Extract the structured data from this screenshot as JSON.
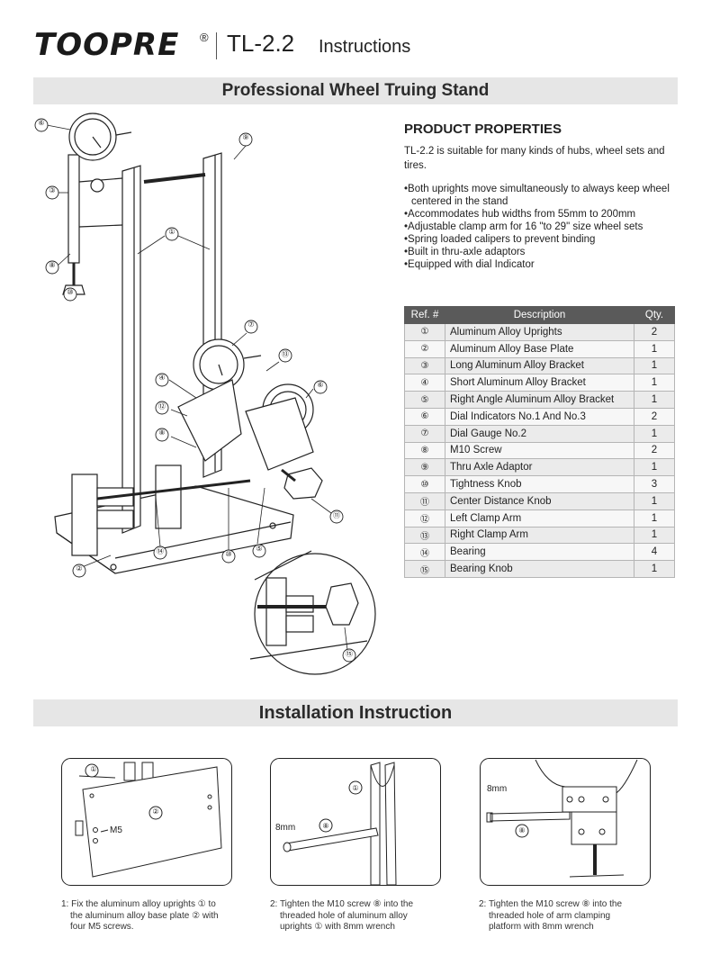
{
  "header": {
    "brand": "TOOPRE",
    "reg": "®",
    "model": "TL-2.2",
    "doc_type": "Instructions"
  },
  "banner1": "Professional Wheel Truing Stand",
  "properties": {
    "title": "PRODUCT PROPERTIES",
    "intro": "TL-2.2 is suitable for many kinds of hubs, wheel sets and tires.",
    "bullets": [
      "Both uprights move simultaneously to always keep wheel centered in the stand",
      "Accommodates hub widths from 55mm to  200mm",
      "Adjustable clamp arm for 16 \"to 29\" size wheel sets",
      "Spring loaded calipers  to prevent binding",
      "Built in thru-axle adaptors",
      "Equipped with dial Indicator"
    ]
  },
  "parts_table": {
    "headers": [
      "Ref. #",
      "Description",
      "Qty."
    ],
    "rows": [
      [
        "①",
        "Aluminum Alloy Uprights",
        "2"
      ],
      [
        "②",
        "Aluminum Alloy Base Plate",
        "1"
      ],
      [
        "③",
        "Long Aluminum Alloy Bracket",
        "1"
      ],
      [
        "④",
        "Short Aluminum Alloy Bracket",
        "1"
      ],
      [
        "⑤",
        "Right Angle Aluminum Alloy Bracket",
        "1"
      ],
      [
        "⑥",
        "Dial Indicators No.1 And No.3",
        "2"
      ],
      [
        "⑦",
        "Dial Gauge No.2",
        "1"
      ],
      [
        "⑧",
        "M10 Screw",
        "2"
      ],
      [
        "⑨",
        "Thru Axle Adaptor",
        "1"
      ],
      [
        "⑩",
        "Tightness Knob",
        "3"
      ],
      [
        "⑪",
        "Center Distance Knob",
        "1"
      ],
      [
        "⑫",
        "Left Clamp Arm",
        "1"
      ],
      [
        "⑬",
        "Right Clamp Arm",
        "1"
      ],
      [
        "⑭",
        "Bearing",
        "4"
      ],
      [
        "⑮",
        "Bearing Knob",
        "1"
      ]
    ]
  },
  "diagram_labels": [
    "⑥",
    "⑨",
    "③",
    "①",
    "⑧",
    "⑩",
    "⑦",
    "⑬",
    "④",
    "⑥",
    "⑫",
    "⑧",
    "⑤",
    "⑩",
    "⑭",
    "②",
    "⑪",
    "⑮"
  ],
  "banner2": "Installation Instruction",
  "steps": [
    {
      "labels": {
        "a": "①",
        "b": "②",
        "screw": "M5"
      },
      "caption_lines": [
        "1: Fix the aluminum alloy uprights ① to",
        "the aluminum alloy base plate ② with",
        "four M5 screws."
      ]
    },
    {
      "labels": {
        "a": "①",
        "b": "⑧",
        "size": "8mm"
      },
      "caption_lines": [
        "2: Tighten the M10 screw ⑧ into the",
        "threaded hole of aluminum alloy",
        "uprights ① with 8mm wrench"
      ]
    },
    {
      "labels": {
        "b": "⑧",
        "size": "8mm"
      },
      "caption_lines": [
        "2: Tighten the M10 screw ⑧ into the",
        "threaded hole of arm clamping",
        "platform with 8mm wrench"
      ]
    }
  ]
}
